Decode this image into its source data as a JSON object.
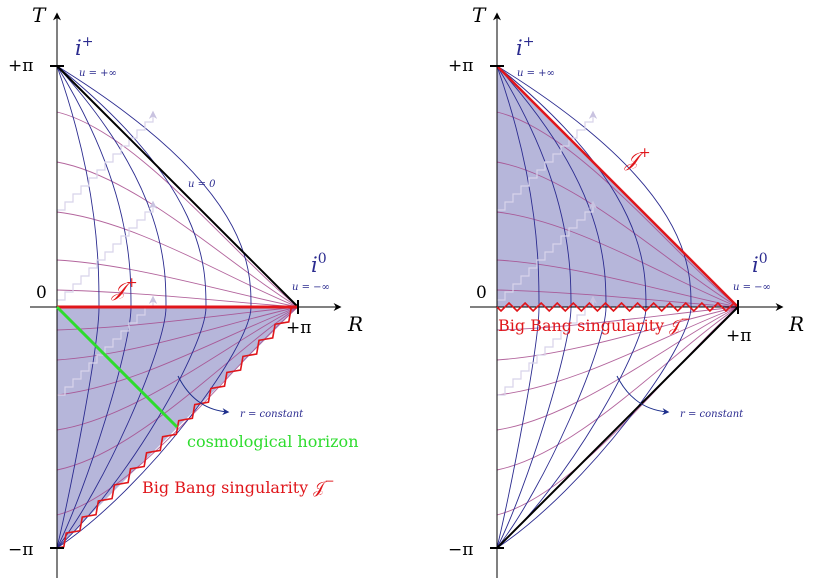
{
  "colors": {
    "region_fill": "#a9a9d3",
    "blue_curves": "#2b2b8f",
    "purple_curves": "#a64a8c",
    "null_rays": "#c9c3e0",
    "red": "#e0161b",
    "green": "#2edc2e",
    "black": "#000000"
  },
  "left_diagram": {
    "axis_t": "T",
    "axis_r": "R",
    "tick_plus_pi": "+π",
    "tick_minus_pi": "−π",
    "tick_zero": "0",
    "tick_r_pi": "+π",
    "i_plus_base": "i",
    "i_plus_sup": "+",
    "u_plus_inf": "u = +∞",
    "u_zero": "u = 0",
    "i_zero_base": "i",
    "i_zero_sup": "0",
    "u_minus_inf": "u = −∞",
    "scri_plus_base": "𝒥",
    "scri_plus_sup": "+",
    "r_constant": "r = constant",
    "cosmological_horizon": "cosmological horizon",
    "big_bang_text": "Big Bang singularity 𝒥",
    "big_bang_sup": "−"
  },
  "right_diagram": {
    "axis_t": "T",
    "axis_r": "R",
    "tick_plus_pi": "+π",
    "tick_minus_pi": "−π",
    "tick_zero": "0",
    "tick_r_pi": "+π",
    "i_plus_base": "i",
    "i_plus_sup": "+",
    "u_plus_inf": "u = +∞",
    "i_zero_base": "i",
    "i_zero_sup": "0",
    "u_minus_inf": "u = −∞",
    "scri_plus_base": "𝒥",
    "scri_plus_sup": "+",
    "big_bang_text": "Big Bang singularity 𝒥",
    "big_bang_sup": "−",
    "r_constant": "r = constant"
  }
}
